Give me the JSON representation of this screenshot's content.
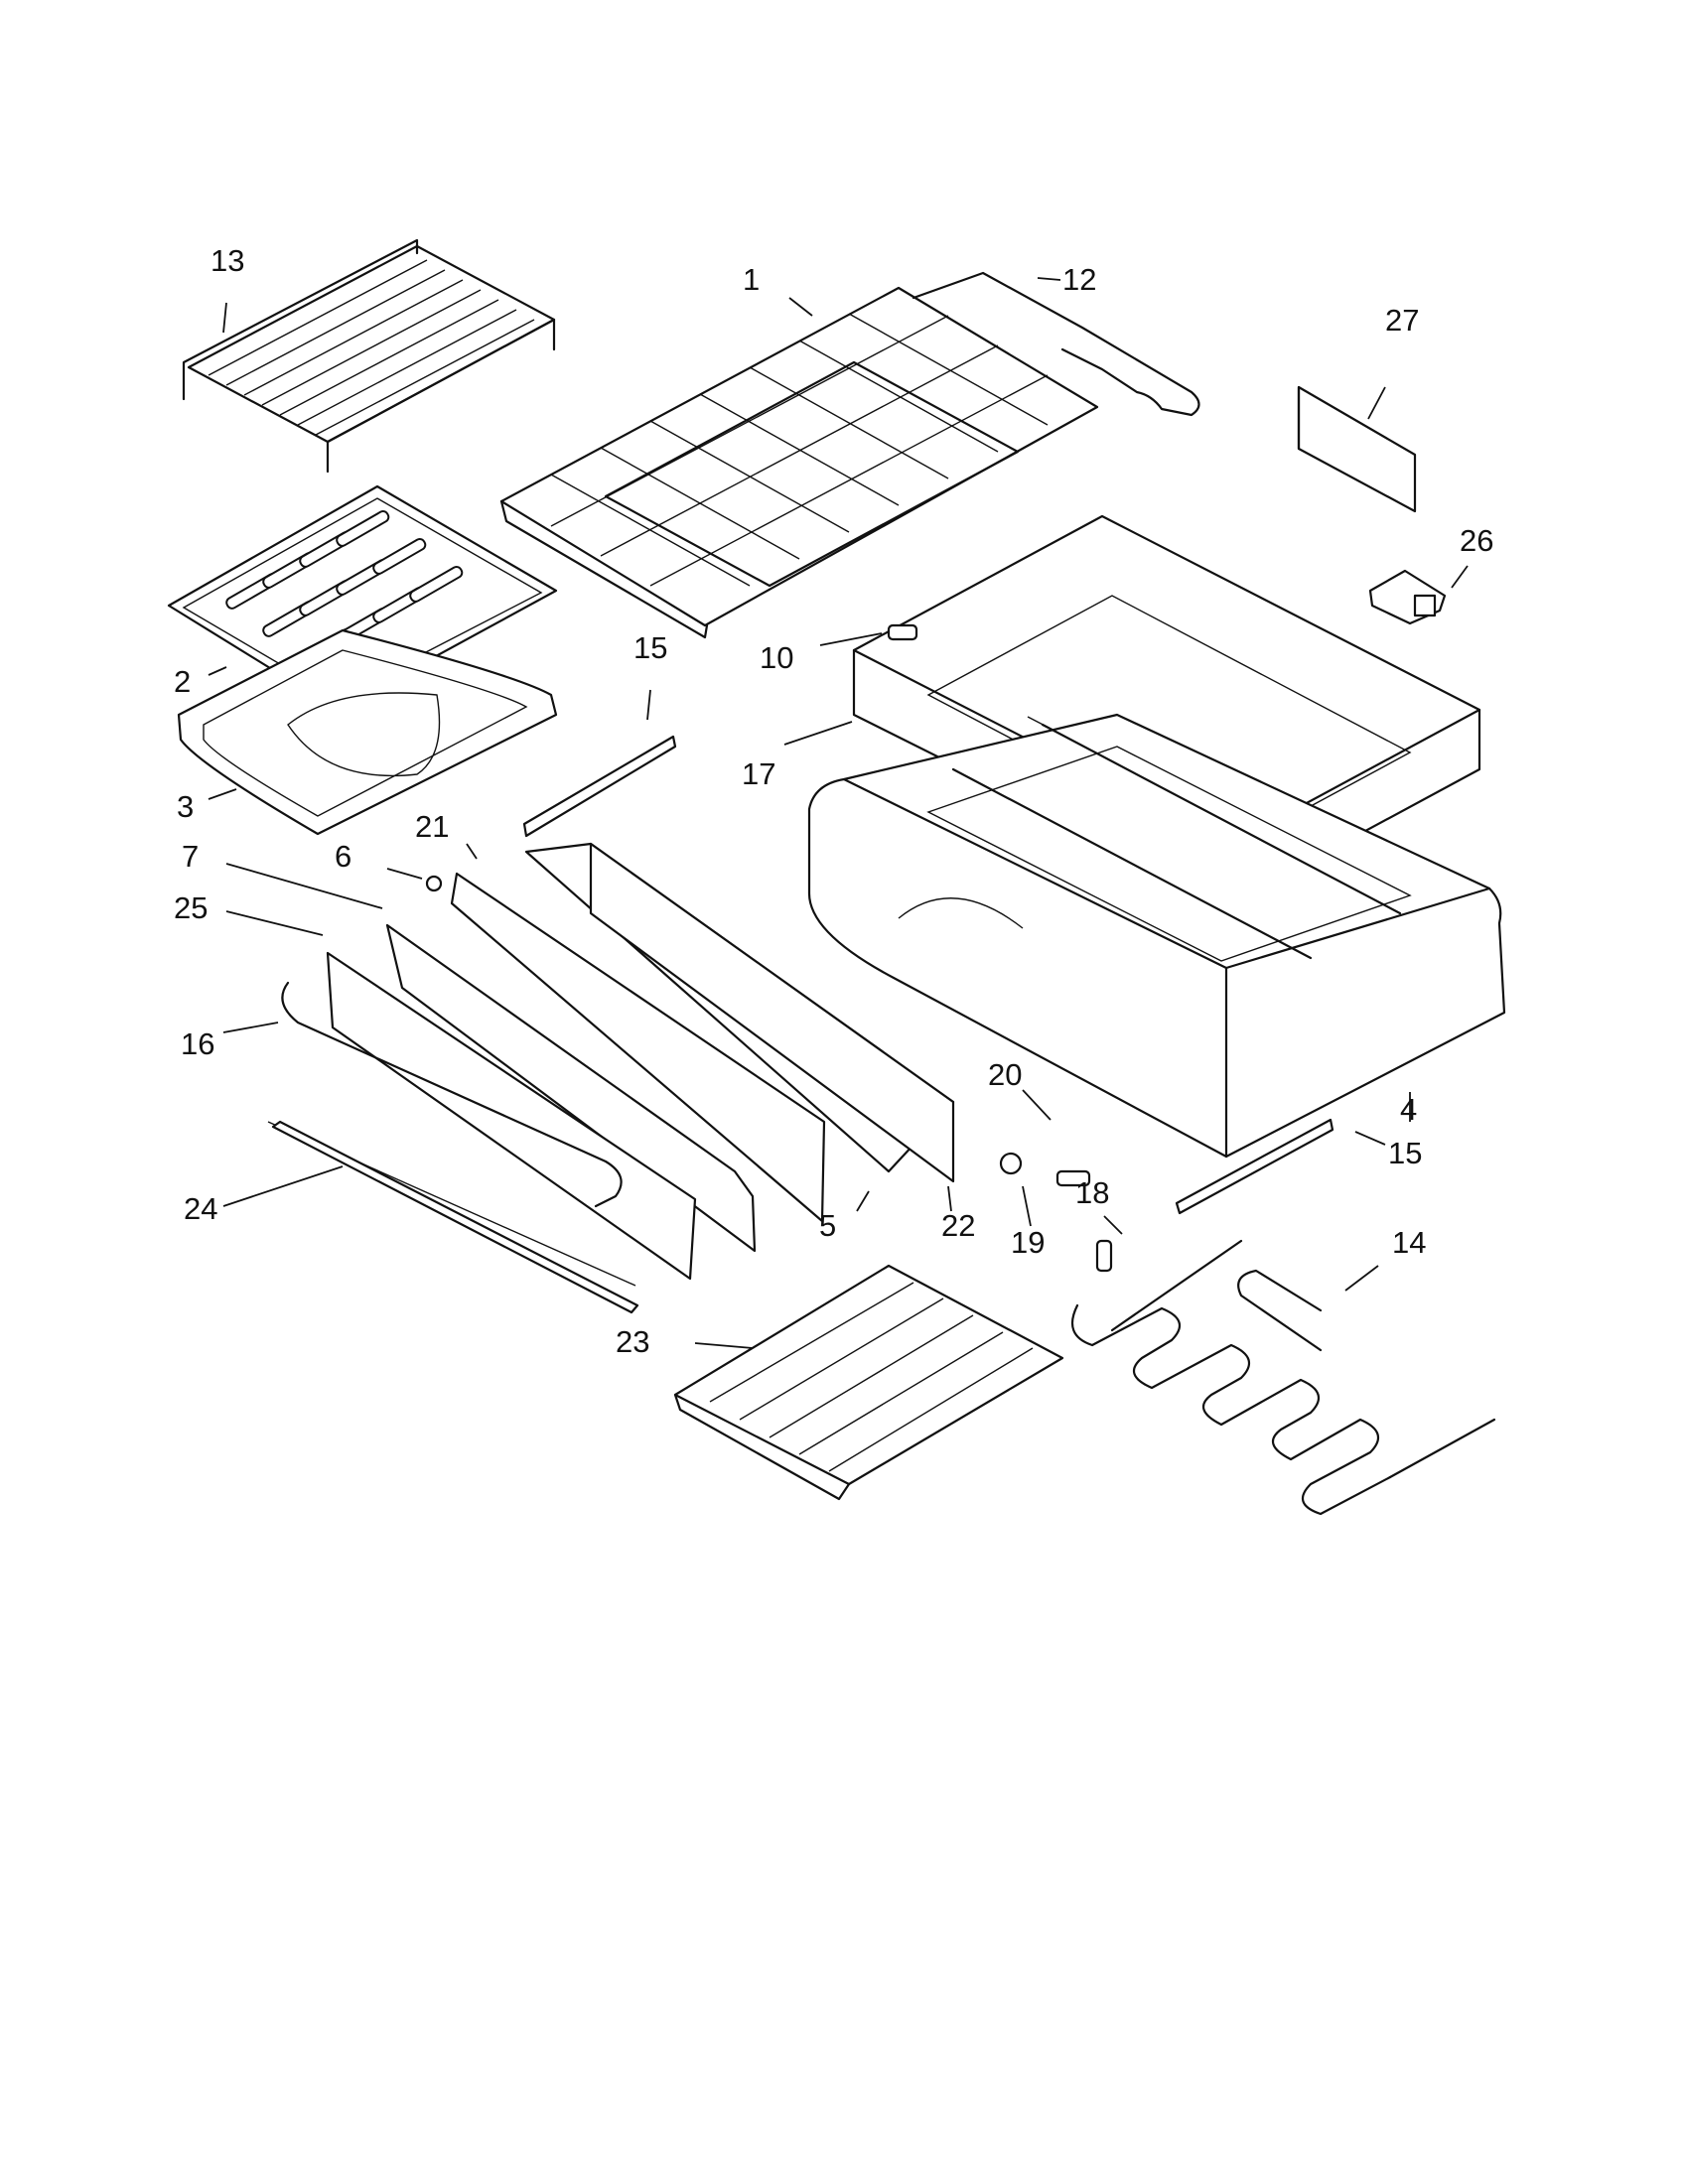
{
  "callouts": {
    "c1": "1",
    "c2": "2",
    "c3": "3",
    "c4": "4",
    "c5": "5",
    "c6": "6",
    "c7": "7",
    "c10": "10",
    "c12": "12",
    "c13": "13",
    "c14": "14",
    "c15a": "15",
    "c15b": "15",
    "c16": "16",
    "c17": "17",
    "c18": "18",
    "c19": "19",
    "c20": "20",
    "c21": "21",
    "c22": "22",
    "c23": "23",
    "c24": "24",
    "c25": "25",
    "c26": "26",
    "c27": "27"
  }
}
